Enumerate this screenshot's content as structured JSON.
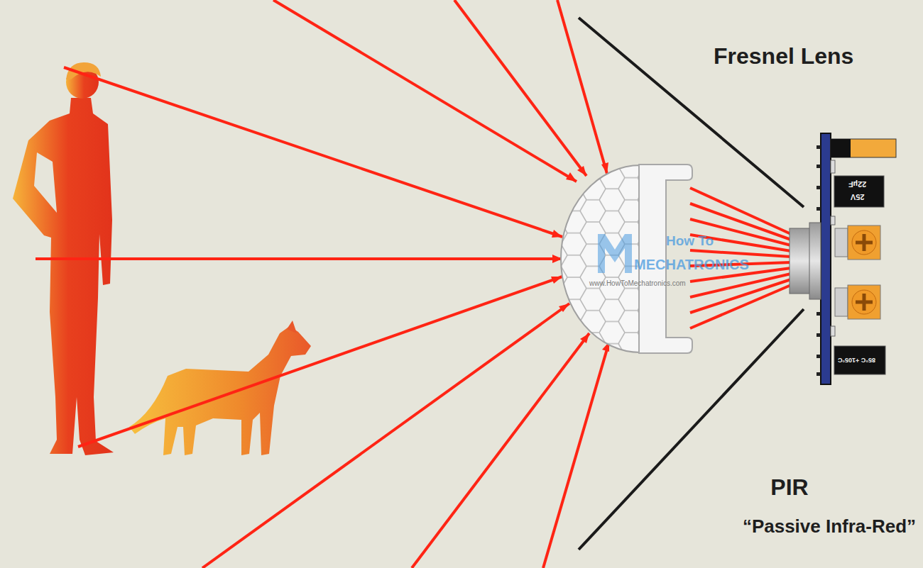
{
  "diagram": {
    "labels": [
      "Fresnel Lens",
      "PIR",
      "“Passive Infra-Red”",
      "How To",
      "MECHATRONICS",
      "www.HowToMechatronics.com",
      "22µF",
      "25V",
      "85°C +105°C"
    ]
  }
}
